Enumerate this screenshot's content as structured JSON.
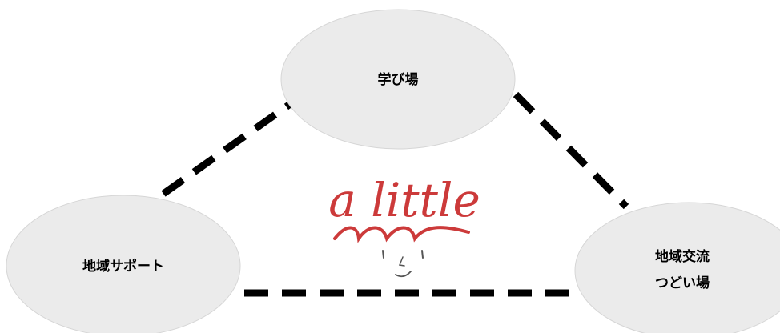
{
  "nodes": {
    "top": {
      "label": "学び場"
    },
    "left": {
      "label": "地域サポート"
    },
    "right": {
      "line1": "地域交流",
      "line2": "つどい場"
    }
  },
  "logo": {
    "text": "a little"
  },
  "colors": {
    "node_fill": "#ebebeb",
    "node_stroke": "#d6d6d6",
    "connector": "#000000",
    "logo_red": "#cc3a3a",
    "face": "#555555"
  }
}
